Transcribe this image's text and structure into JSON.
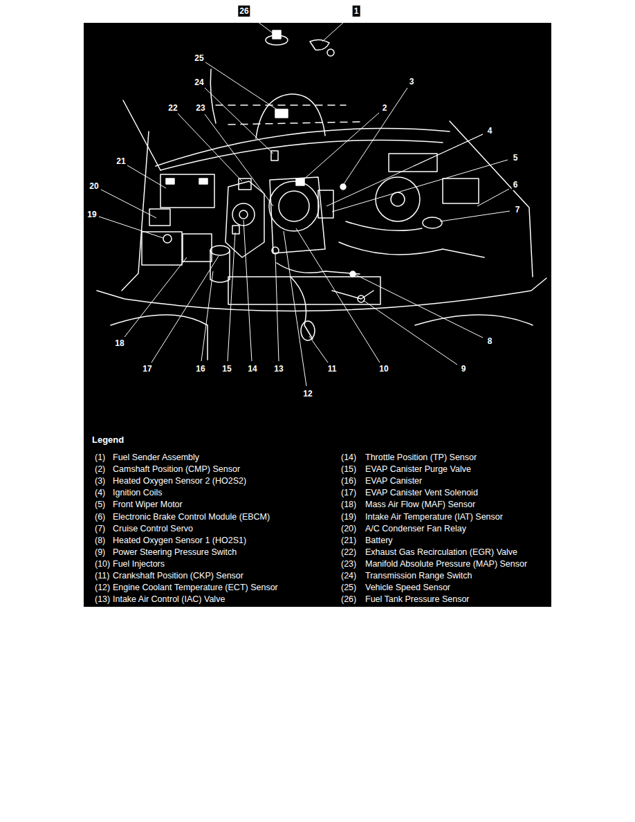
{
  "diagram": {
    "labels": [
      "26",
      "1",
      "25",
      "24",
      "3",
      "2",
      "22",
      "23",
      "4",
      "5",
      "21",
      "6",
      "20",
      "7",
      "19",
      "18",
      "8",
      "9",
      "17",
      "16",
      "15",
      "14",
      "13",
      "11",
      "10",
      "12",
      "Legend",
      "(1)",
      "Fuel Sender Assembly",
      "(2)",
      "Camshaft Position (CMP) Sensor",
      "(3)",
      "Heated Oxygen Sensor 2 (HO2S2)",
      "(4)",
      "Ignition Coils",
      "(5)",
      "Front Wiper Motor",
      "(6)",
      "Electronic Brake Control Module (EBCM)",
      "(7)",
      "Cruise Control Servo",
      "(8)",
      "Heated Oxygen Sensor 1 (HO2S1)",
      "(9)",
      "Power Steering Pressure Switch",
      "(10)",
      "Fuel Injectors",
      "(11)",
      "Crankshaft Position (CKP) Sensor",
      "(12)",
      "Engine Coolant Temperature (ECT) Sensor",
      "(13)",
      "Intake Air Control (IAC) Valve",
      "(14)",
      "Throttle Position (TP) Sensor",
      "(15)",
      "EVAP Canister Purge Valve",
      "(16)",
      "EVAP Canister",
      "(17)",
      "EVAP Canister Vent Solenoid",
      "(18)",
      "Mass Air Flow (MAF) Sensor",
      "(19)",
      "Intake Air Temperature (IAT) Sensor",
      "(20)",
      "A/C Condenser Fan Relay",
      "(21)",
      "Battery",
      "(22)",
      "Exhaust Gas Recirculation (EGR) Valve",
      "(23)",
      "Manifold Absolute Pressure (MAP) Sensor",
      "(24)",
      "Transmission Range Switch",
      "(25)",
      "Vehicle Speed Sensor",
      "(26)",
      "Fuel Tank Pressure Sensor"
    ]
  }
}
